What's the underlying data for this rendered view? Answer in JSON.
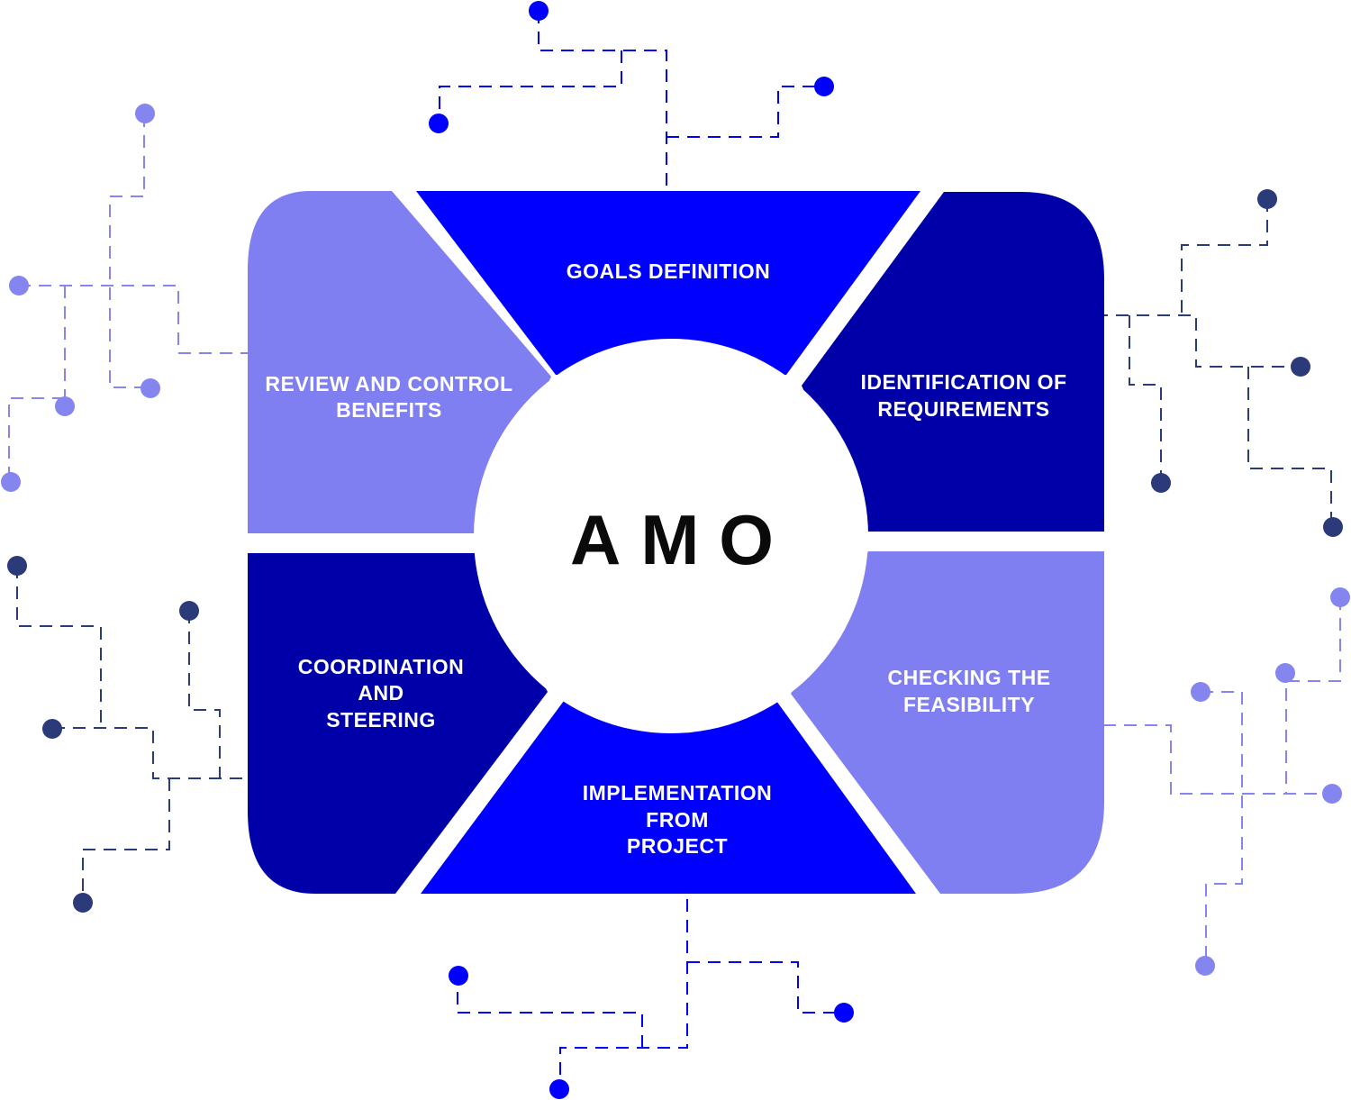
{
  "center": {
    "label": "AMO"
  },
  "segments": {
    "goals_definition": {
      "label": "GOALS DEFINITION"
    },
    "identification_of_requirements": {
      "line1": "IDENTIFICATION OF",
      "line2": "REQUIREMENTS"
    },
    "checking_feasibility": {
      "line1": "CHECKING THE",
      "line2": "FEASIBILITY"
    },
    "implementation_from_project": {
      "line1": "IMPLEMENTATION",
      "line2": "FROM",
      "line3": "PROJECT"
    },
    "coordination_and_steering": {
      "line1": "COORDINATION",
      "line2": "AND",
      "line3": "STEERING"
    },
    "review_and_control": {
      "line1": "REVIEW AND CONTROL",
      "line2": "BENEFITS"
    }
  },
  "colors": {
    "bright_blue": "#0000ff",
    "dark_navy": "#0000a8",
    "lavender": "#7f7ff2",
    "dot_navy": "#2b3a78",
    "dot_lavender": "#8585ef",
    "center_circle": "#ffffff"
  }
}
